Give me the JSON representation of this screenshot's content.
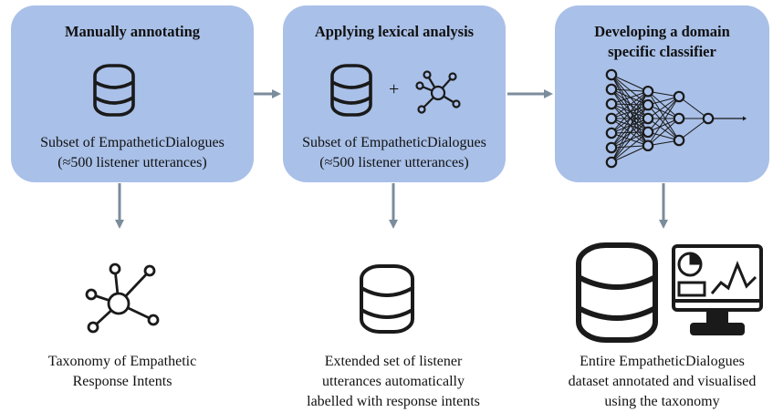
{
  "stages": [
    {
      "title_lines": [
        "Manually annotating"
      ],
      "subtitle_lines": [
        "Subset of EmpatheticDialogues",
        "(≈500 listener utterances)"
      ],
      "icons": [
        "database-icon"
      ],
      "output_icons": [
        "network-icon"
      ],
      "output_lines": [
        "Taxonomy of Empathetic",
        "Response Intents"
      ]
    },
    {
      "title_lines": [
        "Applying lexical analysis"
      ],
      "plus": "+",
      "subtitle_lines": [
        "Subset of EmpatheticDialogues",
        "(≈500 listener utterances)"
      ],
      "icons": [
        "database-icon",
        "network-icon"
      ],
      "output_icons": [
        "database-icon"
      ],
      "output_lines": [
        "Extended set of listener",
        "utterances automatically",
        "labelled with response intents"
      ]
    },
    {
      "title_lines": [
        "Developing a domain",
        "specific classifier"
      ],
      "subtitle_lines": [],
      "icons": [
        "neural-network-icon"
      ],
      "output_icons": [
        "database-icon",
        "dashboard-monitor-icon"
      ],
      "output_lines": [
        "Entire EmpatheticDialogues",
        "dataset annotated and visualised",
        "using the taxonomy"
      ]
    }
  ],
  "colors": {
    "box_fill": "#a9c0e8",
    "arrow": "#7b8c9c",
    "icon_stroke": "#1a1a1a"
  }
}
